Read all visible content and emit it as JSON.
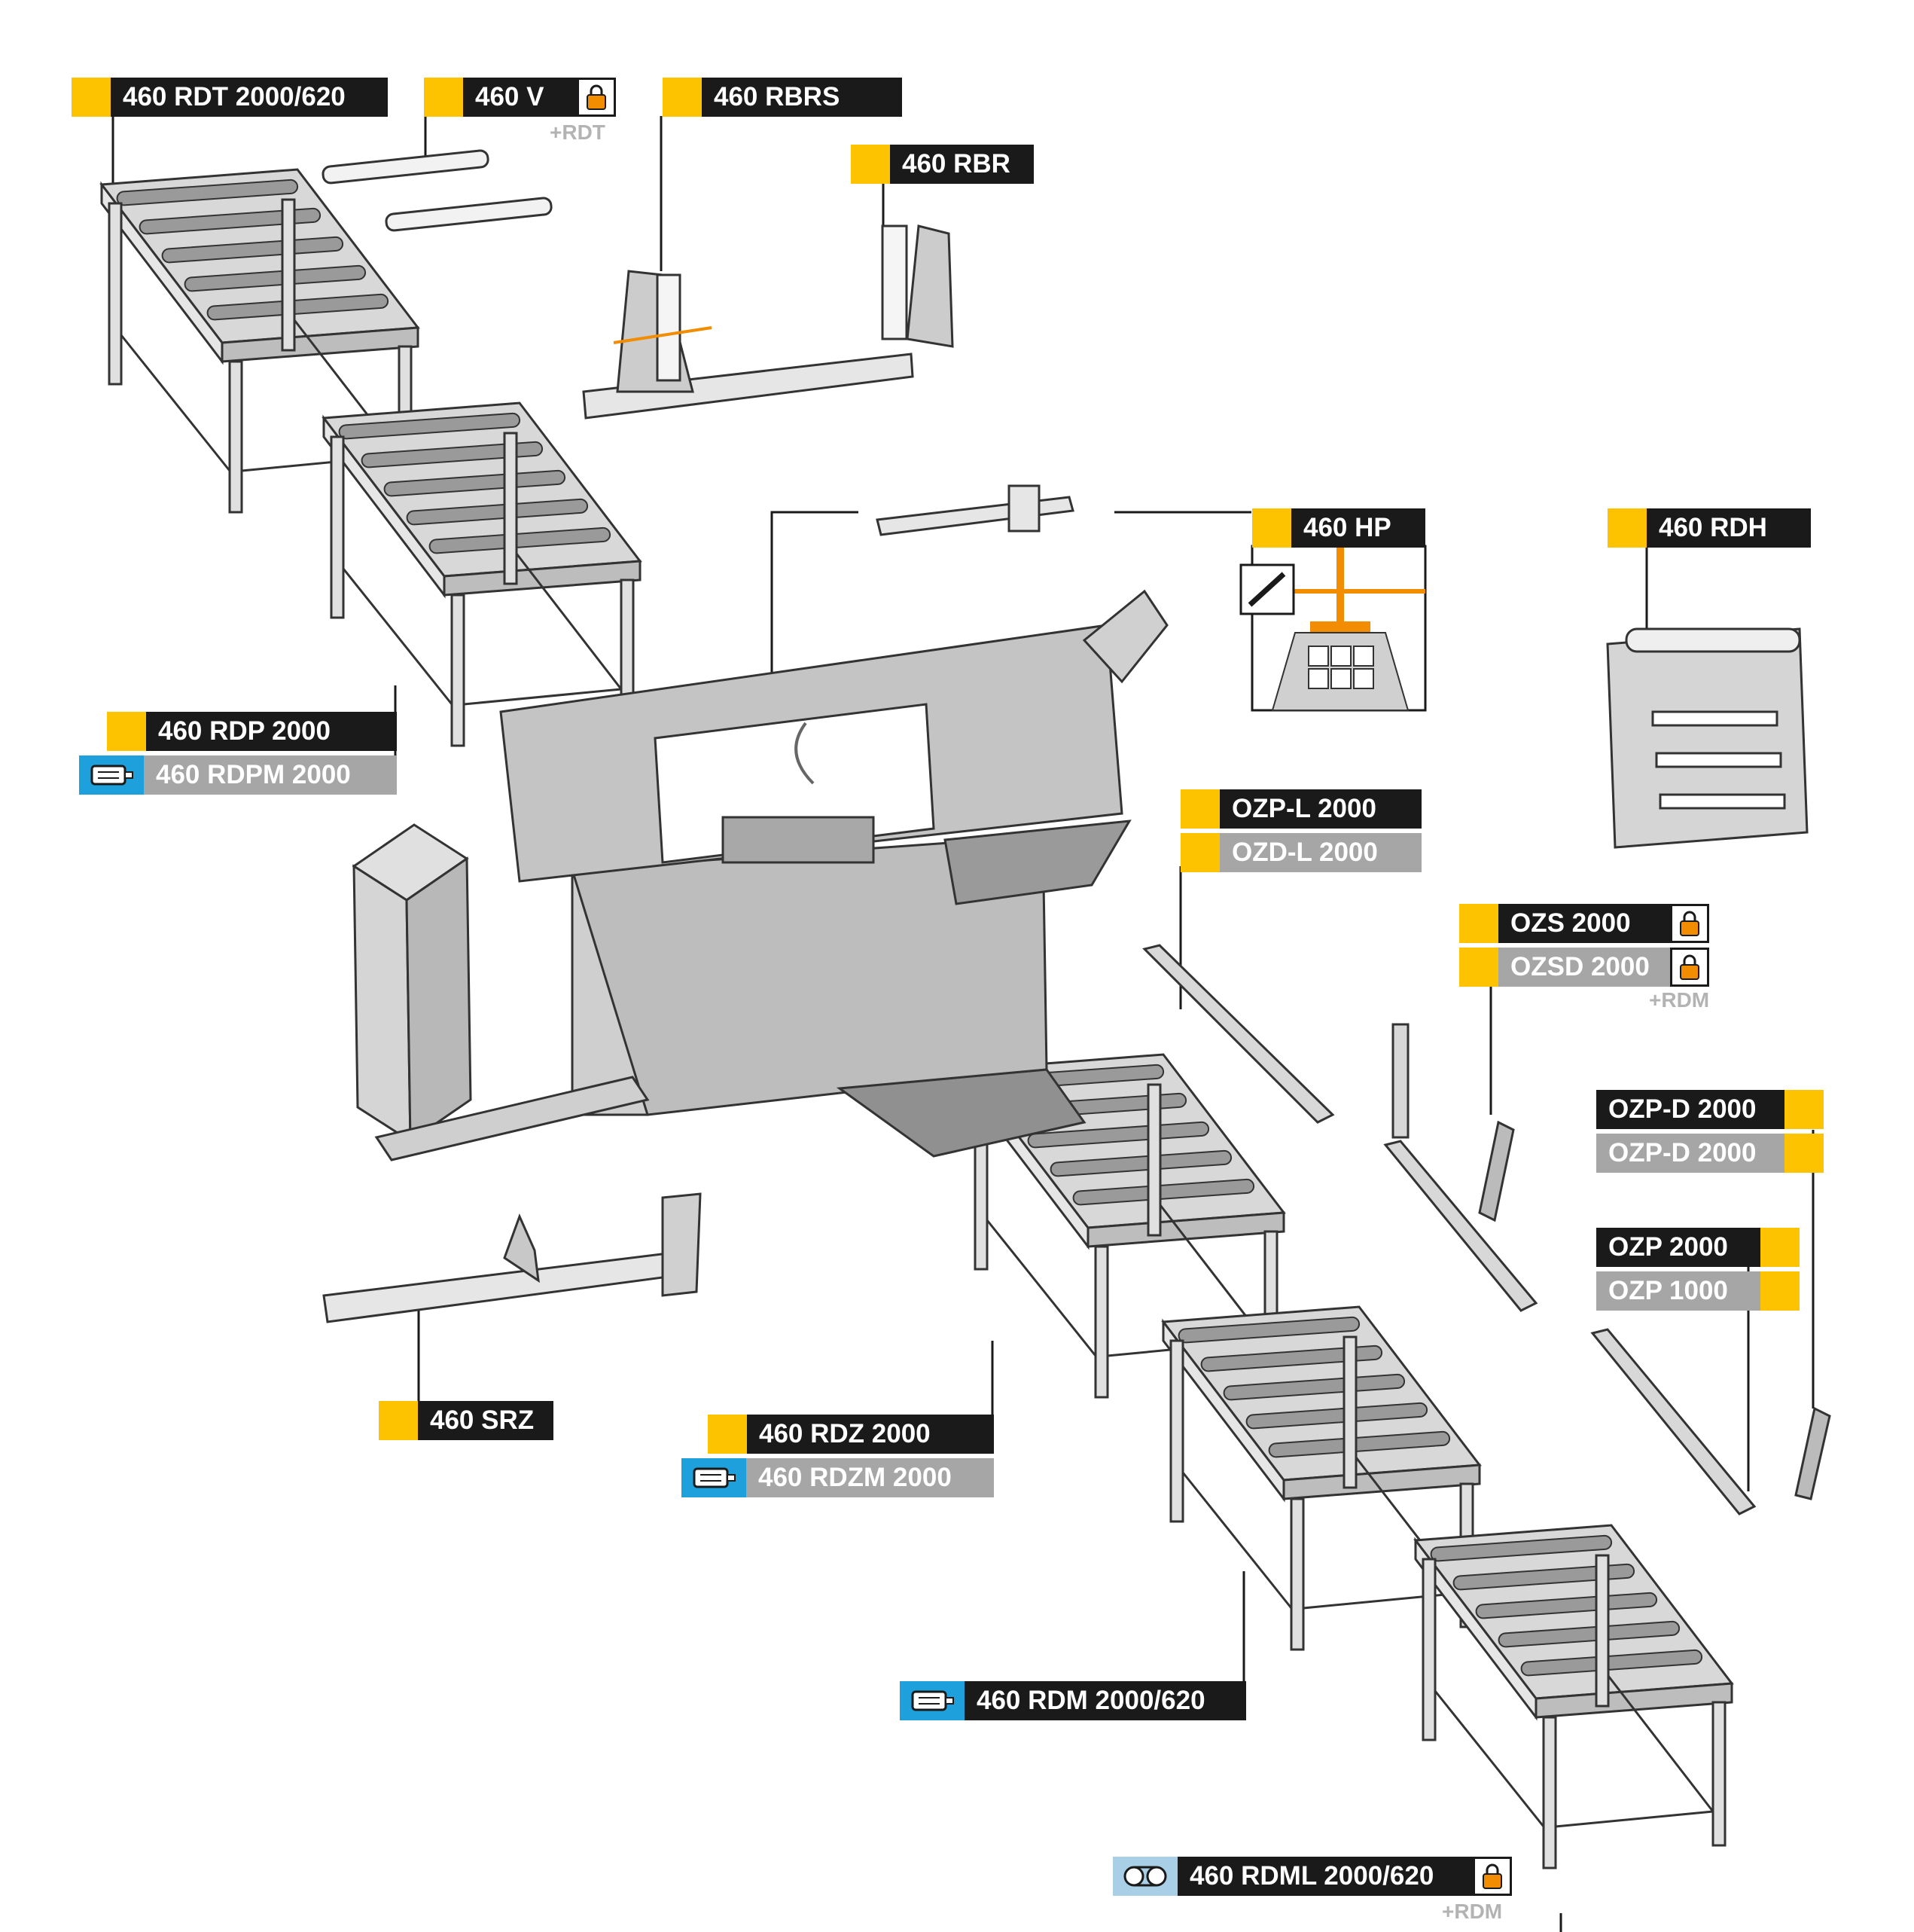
{
  "labels": {
    "rdt": "460 RDT 2000/620",
    "v": "460 V",
    "rbrs": "460 RBRS",
    "rbr": "460 RBR",
    "hp": "460 HP",
    "rdh": "460 RDH",
    "rdp": "460 RDP 2000",
    "rdpm": "460 RDPM 2000",
    "ozpl": "OZP-L 2000",
    "ozdl": "OZD-L 2000",
    "ozs": "OZS 2000",
    "ozsd": "OZSD 2000",
    "ozpd1": "OZP-D 2000",
    "ozpd2": "OZP-D 2000",
    "ozp2000": "OZP 2000",
    "ozp1000": "OZP 1000",
    "srz": "460 SRZ",
    "rdz": "460 RDZ 2000",
    "rdzm": "460 RDZM 2000",
    "rdm": "460 RDM 2000/620",
    "rdml": "460 RDML 2000/620"
  },
  "notes": {
    "rdt": "+RDT",
    "rdm1": "+RDM",
    "rdm2": "+RDM"
  },
  "colors": {
    "accent": "#fdc300",
    "label_bg": "#1a1a1a",
    "label_alt_bg": "#a6a6a6",
    "motor": "#1ea0dc",
    "lock": "#f28c00",
    "machine": "#c9c9c9"
  },
  "icons": {
    "lock": "padlock-icon",
    "motor": "electric-motor-icon",
    "chain": "chain-drive-icon",
    "hydraulic": "hydraulic-cylinder-icon"
  }
}
